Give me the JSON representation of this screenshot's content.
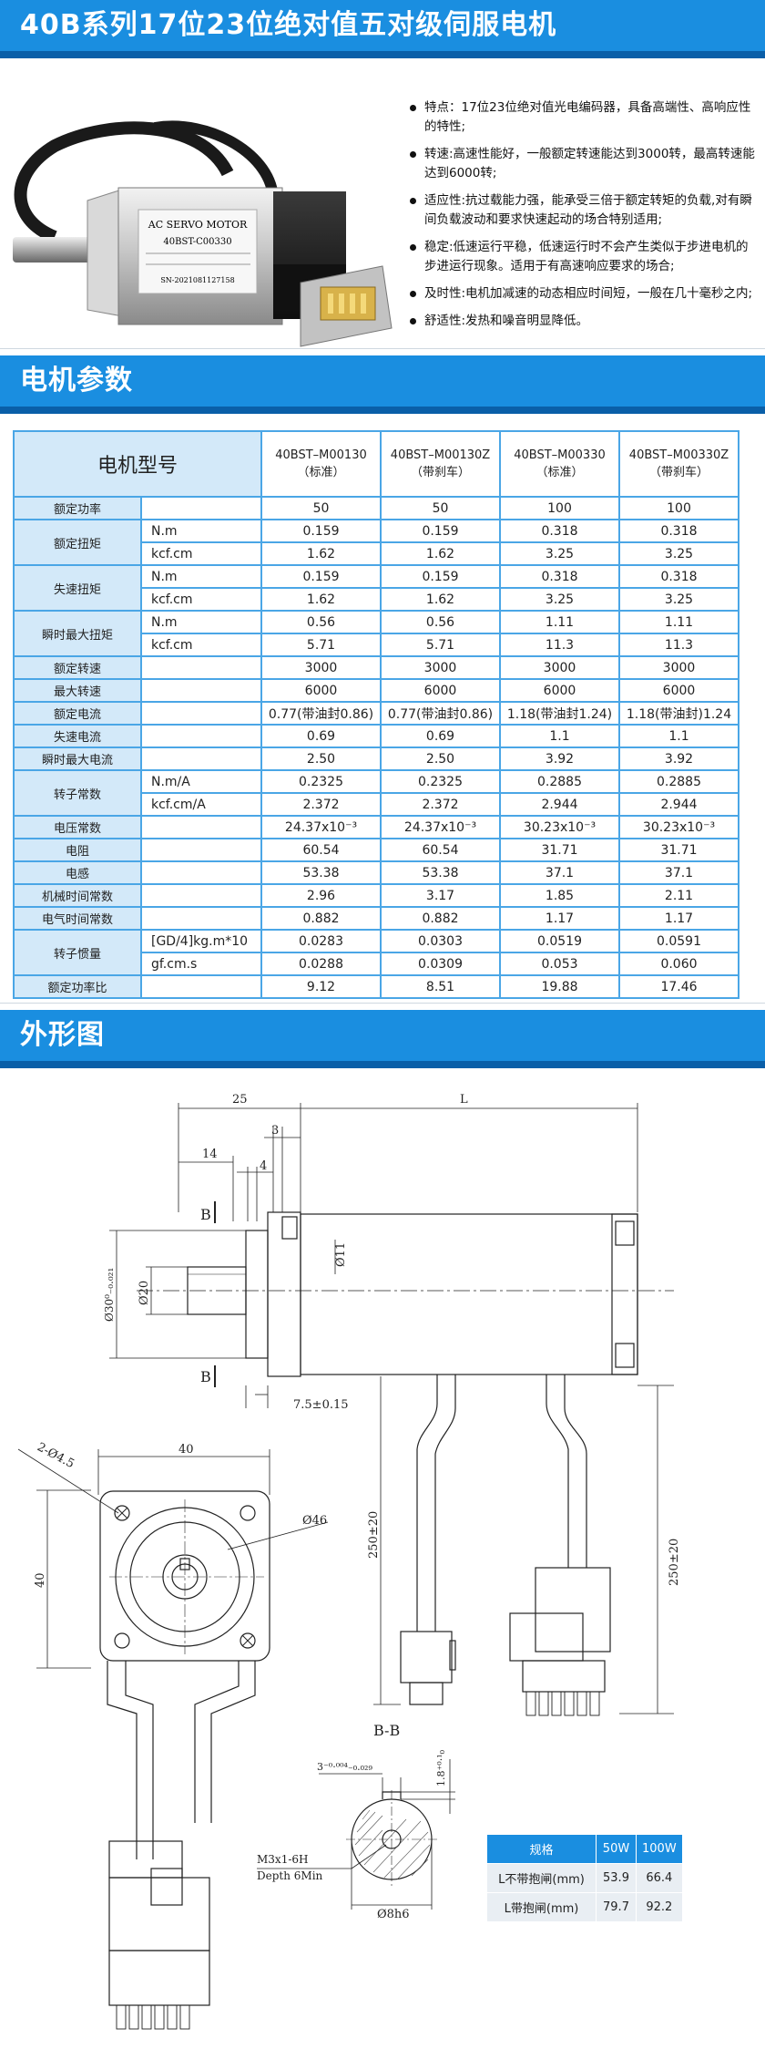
{
  "section1": {
    "title": "40B系列17位23位绝对值五对级伺服电机",
    "motor_label": {
      "line1": "AC SERVO MOTOR",
      "line2": "40BST-C00330",
      "line3": "SN-2021081127158"
    },
    "features": [
      "特点：17位23位绝对值光电编码器，具备高端性、高响应性的特性;",
      "转速:高速性能好，一般额定转速能达到3000转，最高转速能达到6000转;",
      "适应性:抗过载能力强，能承受三倍于额定转矩的负载,对有瞬间负载波动和要求快速起动的场合特别适用;",
      "稳定:低速运行平稳，低速运行时不会产生类似于步进电机的步进运行现象。适用于有高速响应要求的场合;",
      "及时性:电机加减速的动态相应时间短，一般在几十毫秒之内;",
      "舒适性:发热和噪音明显降低。"
    ]
  },
  "section2": {
    "title": "电机参数",
    "model_label": "电机型号",
    "models": [
      {
        "name": "40BST–M00130",
        "sub": "（标准）"
      },
      {
        "name": "40BST–M00130Z",
        "sub": "（带刹车）"
      },
      {
        "name": "40BST–M00330",
        "sub": "（标准）"
      },
      {
        "name": "40BST–M00330Z",
        "sub": "（带刹车）"
      }
    ],
    "rows": [
      {
        "label": "额定功率",
        "unit": "",
        "values": [
          "50",
          "50",
          "100",
          "100"
        ]
      },
      {
        "label": "额定扭矩",
        "unit": "N.m",
        "values": [
          "0.159",
          "0.159",
          "0.318",
          "0.318"
        ]
      },
      {
        "label": "",
        "unit": "kcf.cm",
        "values": [
          "1.62",
          "1.62",
          "3.25",
          "3.25"
        ]
      },
      {
        "label": "失速扭矩",
        "unit": "N.m",
        "values": [
          "0.159",
          "0.159",
          "0.318",
          "0.318"
        ]
      },
      {
        "label": "",
        "unit": "kcf.cm",
        "values": [
          "1.62",
          "1.62",
          "3.25",
          "3.25"
        ]
      },
      {
        "label": "瞬时最大扭矩",
        "unit": "N.m",
        "values": [
          "0.56",
          "0.56",
          "1.11",
          "1.11"
        ]
      },
      {
        "label": "",
        "unit": "kcf.cm",
        "values": [
          "5.71",
          "5.71",
          "11.3",
          "11.3"
        ]
      },
      {
        "label": "额定转速",
        "unit": "",
        "values": [
          "3000",
          "3000",
          "3000",
          "3000"
        ]
      },
      {
        "label": "最大转速",
        "unit": "",
        "values": [
          "6000",
          "6000",
          "6000",
          "6000"
        ]
      },
      {
        "label": "额定电流",
        "unit": "",
        "values": [
          "0.77(带油封0.86)",
          "0.77(带油封0.86)",
          "1.18(带油封1.24)",
          "1.18(带油封)1.24"
        ]
      },
      {
        "label": "失速电流",
        "unit": "",
        "values": [
          "0.69",
          "0.69",
          "1.1",
          "1.1"
        ]
      },
      {
        "label": "瞬时最大电流",
        "unit": "",
        "values": [
          "2.50",
          "2.50",
          "3.92",
          "3.92"
        ]
      },
      {
        "label": "转子常数",
        "unit": "N.m/A",
        "values": [
          "0.2325",
          "0.2325",
          "0.2885",
          "0.2885"
        ]
      },
      {
        "label": "",
        "unit": "kcf.cm/A",
        "values": [
          "2.372",
          "2.372",
          "2.944",
          "2.944"
        ]
      },
      {
        "label": "电压常数",
        "unit": "",
        "values": [
          "24.37x10⁻³",
          "24.37x10⁻³",
          "30.23x10⁻³",
          "30.23x10⁻³"
        ]
      },
      {
        "label": "电阻",
        "unit": "",
        "values": [
          "60.54",
          "60.54",
          "31.71",
          "31.71"
        ]
      },
      {
        "label": "电感",
        "unit": "",
        "values": [
          "53.38",
          "53.38",
          "37.1",
          "37.1"
        ]
      },
      {
        "label": "机械时间常数",
        "unit": "",
        "values": [
          "2.96",
          "3.17",
          "1.85",
          "2.11"
        ]
      },
      {
        "label": "电气时间常数",
        "unit": "",
        "values": [
          "0.882",
          "0.882",
          "1.17",
          "1.17"
        ]
      },
      {
        "label": "转子惯量",
        "unit": "[GD/4]kg.m*10",
        "values": [
          "0.0283",
          "0.0303",
          "0.0519",
          "0.0591"
        ]
      },
      {
        "label": "",
        "unit": "gf.cm.s",
        "values": [
          "0.0288",
          "0.0309",
          "0.053",
          "0.060"
        ]
      },
      {
        "label": "额定功率比",
        "unit": "",
        "values": [
          "9.12",
          "8.51",
          "19.88",
          "17.46"
        ]
      }
    ]
  },
  "section3": {
    "title": "外形图",
    "dims": {
      "d25": "25",
      "dL": "L",
      "d3": "3",
      "d14": "14",
      "d4": "4",
      "b_top": "B",
      "b_bot": "B",
      "phi30": "Ø30⁰₋₀.₀₂₁",
      "phi20": "Ø20",
      "phi11": "Ø11",
      "d75": "7.5±0.15",
      "d40w": "40",
      "d40h": "40",
      "holes": "2-Ø4.5",
      "phi46": "Ø46",
      "cable1": "250±20",
      "cable2": "250±20",
      "bb": "B-B",
      "key_w": "3⁻⁰·⁰⁰⁴₋₀.₀₂₉",
      "key_h": "1.8⁺⁰·¹₀",
      "thread1": "M3x1-6H",
      "thread2": "Depth 6Min",
      "phi8": "Ø8h6"
    },
    "spec": {
      "head": [
        "规格",
        "50W",
        "100W"
      ],
      "rows": [
        [
          "L不带抱闸(mm)",
          "53.9",
          "66.4"
        ],
        [
          "L带抱闸(mm)",
          "79.7",
          "92.2"
        ]
      ]
    }
  }
}
